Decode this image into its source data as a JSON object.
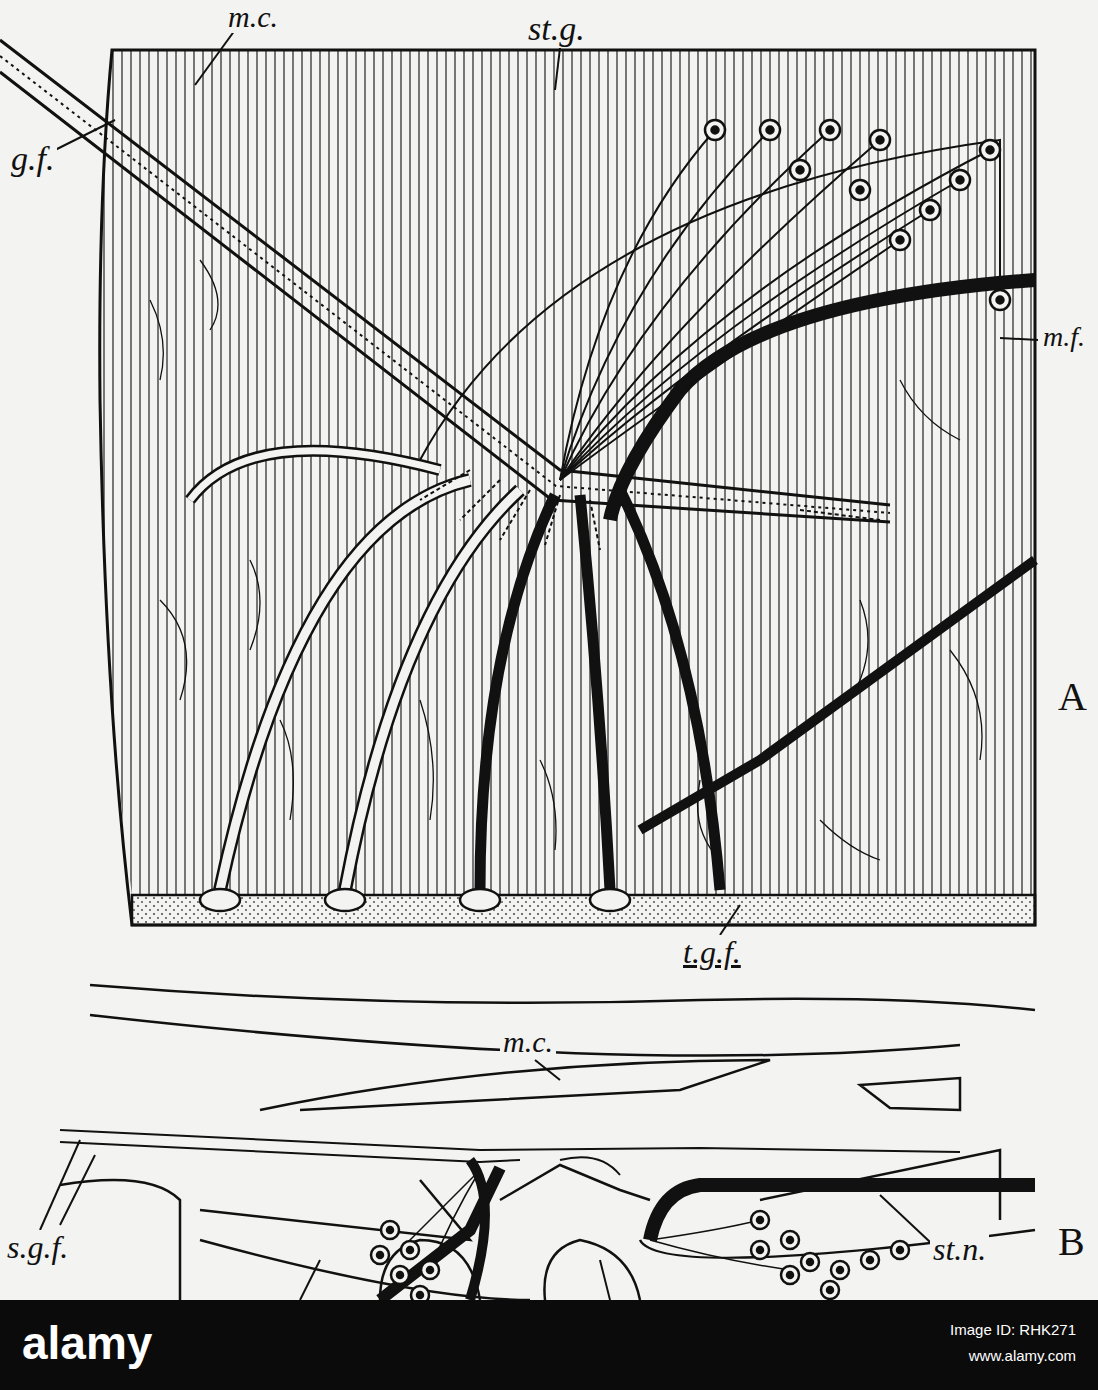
{
  "diagram": {
    "labels": [
      "m.c.",
      "st.g.",
      "g.f.",
      "m.f.",
      "A",
      "t.g.f.",
      "m.c.",
      "s.g.f.",
      "st.n.",
      "B",
      "alamy",
      "Image ID: RHK271",
      "www.alamy.com"
    ]
  }
}
